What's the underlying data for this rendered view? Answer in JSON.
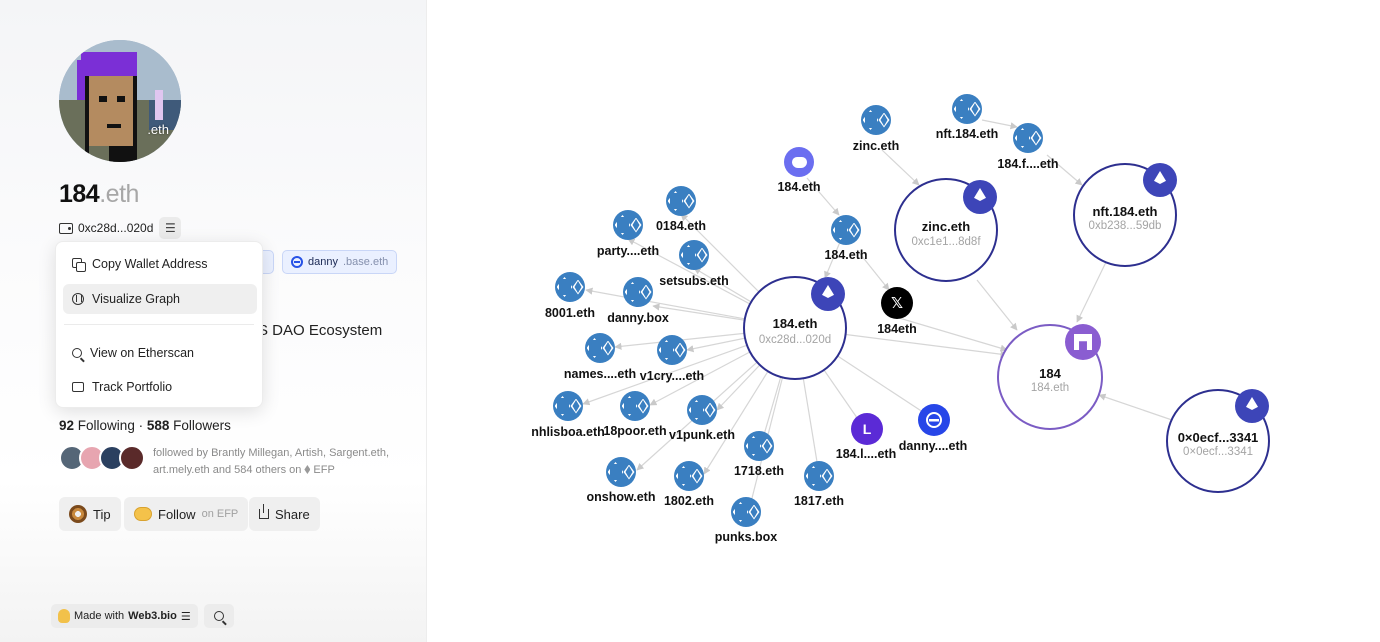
{
  "profile": {
    "name_main": "184",
    "name_suffix": ".eth",
    "avatar_suffix": ".eth",
    "address": "0xc28d...020d",
    "menu_glyph": "☰",
    "chips": [
      {
        "label": "th",
        "dim": ""
      },
      {
        "label": "danny",
        "dim": ".base.eth"
      }
    ],
    "description": "S DAO Ecosystem",
    "following_count": "92",
    "following_label": "Following",
    "separator": "·",
    "followers_count": "588",
    "followers_label": "Followers",
    "followed_by": "followed by Brantly Millegan, Artish, Sargent.eth, art.mely.eth and 584 others on",
    "efp_label": "EFP"
  },
  "dropdown": {
    "items": [
      {
        "label": "Copy Wallet Address",
        "icon": "copy-icon"
      },
      {
        "label": "Visualize Graph",
        "icon": "cube-icon"
      },
      {
        "label": "View on Etherscan",
        "icon": "search-icon"
      },
      {
        "label": "Track Portfolio",
        "icon": "wallet-icon"
      }
    ]
  },
  "actions": {
    "tip": "Tip",
    "follow": "Follow",
    "follow_dim": "on EFP",
    "share": "Share"
  },
  "footer": {
    "made_with": "Made with",
    "brand": "Web3.bio",
    "menu_glyph": "☰"
  },
  "graph": {
    "center": {
      "title": "184.eth",
      "sub": "0xc28d...020d"
    },
    "zinc": {
      "title": "zinc.eth",
      "sub": "0xc1e1...8d8f"
    },
    "nft": {
      "title": "nft.184.eth",
      "sub": "0xb238...59db"
    },
    "farcaster": {
      "title": "184",
      "sub": "184.eth"
    },
    "oxecf": {
      "title": "0×0ecf...3341",
      "sub": "0×0ecf...3341"
    },
    "x_label": "184eth",
    "x_glyph": "𝕏",
    "discord_label": "184.eth",
    "lens_label": "184.l....eth",
    "lens_glyph": "L",
    "base_label": "danny....eth",
    "ens_nodes": [
      "0184.eth",
      "party....eth",
      "setsubs.eth",
      "8001.eth",
      "danny.box",
      "names....eth",
      "v1cry....eth",
      "nhlisboa.eth",
      "18poor.eth",
      "v1punk.eth",
      "1718.eth",
      "onshow.eth",
      "1802.eth",
      "1817.eth",
      "punks.box",
      "184.eth",
      "zinc.eth",
      "nft.184.eth",
      "184.f....eth"
    ]
  },
  "colors": {
    "ens": "#3a7fc1",
    "eth_badge": "#3d45b8",
    "ring": "#2d2f8f",
    "farcaster": "#8a5dd1"
  }
}
